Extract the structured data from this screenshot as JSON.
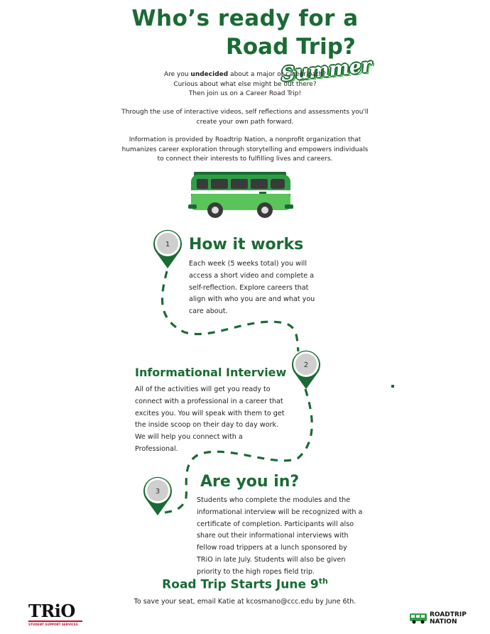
{
  "header": {
    "title_line1": "Who’s ready for a",
    "title_script": "Summer",
    "title_line2_rest": "Road Trip?"
  },
  "intro": {
    "line1_before": "Are you ",
    "line1_bold": "undecided",
    "line1_after": " about a major or career path?",
    "line2": "Curious about what else might be out there?",
    "line3": "Then join us on a Career Road Trip!",
    "para2_line1": "Through the use of interactive videos, self reflections and assessments you'll",
    "para2_line2": "create your own path forward.",
    "para3_line1": "Information is provided by Roadtrip Nation, a nonprofit organization that",
    "para3_line2": "humanizes career exploration through storytelling and empowers individuals",
    "para3_line3": "to connect their interests to fulfilling lives and careers."
  },
  "steps": [
    {
      "number": "1",
      "heading": "How it works",
      "lines": [
        "Each week (5 weeks total) you will",
        "access a short video and complete a",
        "self-reflection. Explore careers that",
        "align with who you are and what you",
        "care about."
      ]
    },
    {
      "number": "2",
      "heading": "Informational Interview",
      "lines": [
        "All of the activities will get you ready to",
        "connect with a professional in a career that",
        "excites you. You will speak with them to get",
        "the inside scoop on their day to day work.",
        "We will help you connect with a",
        "Professional."
      ]
    },
    {
      "number": "3",
      "heading": "Are you in?",
      "lines": [
        "Students who complete the modules and the",
        "informational interview will be recognized with a",
        "certificate of completion. Participants will also",
        "share out their informational interviews with",
        "fellow road trippers at a lunch sponsored by",
        "TRiO in late July. Students will also be given",
        "priority to the high ropes field trip."
      ]
    }
  ],
  "footer": {
    "start_text": "Road Trip Starts June 9",
    "start_sup": "th",
    "rsvp": "To save your seat, email Katie at kcosmano@ccc.edu by June 6th."
  },
  "logos": {
    "trio_text": "TRiO",
    "trio_sub": "STUDENT SUPPORT SERVICES",
    "roadtrip_line1": "ROADTRIP",
    "roadtrip_line2": "NATION"
  },
  "colors": {
    "green_dark": "#1a6b34",
    "green_light": "#5ac45a",
    "pin_gray": "#cfcfcf"
  }
}
